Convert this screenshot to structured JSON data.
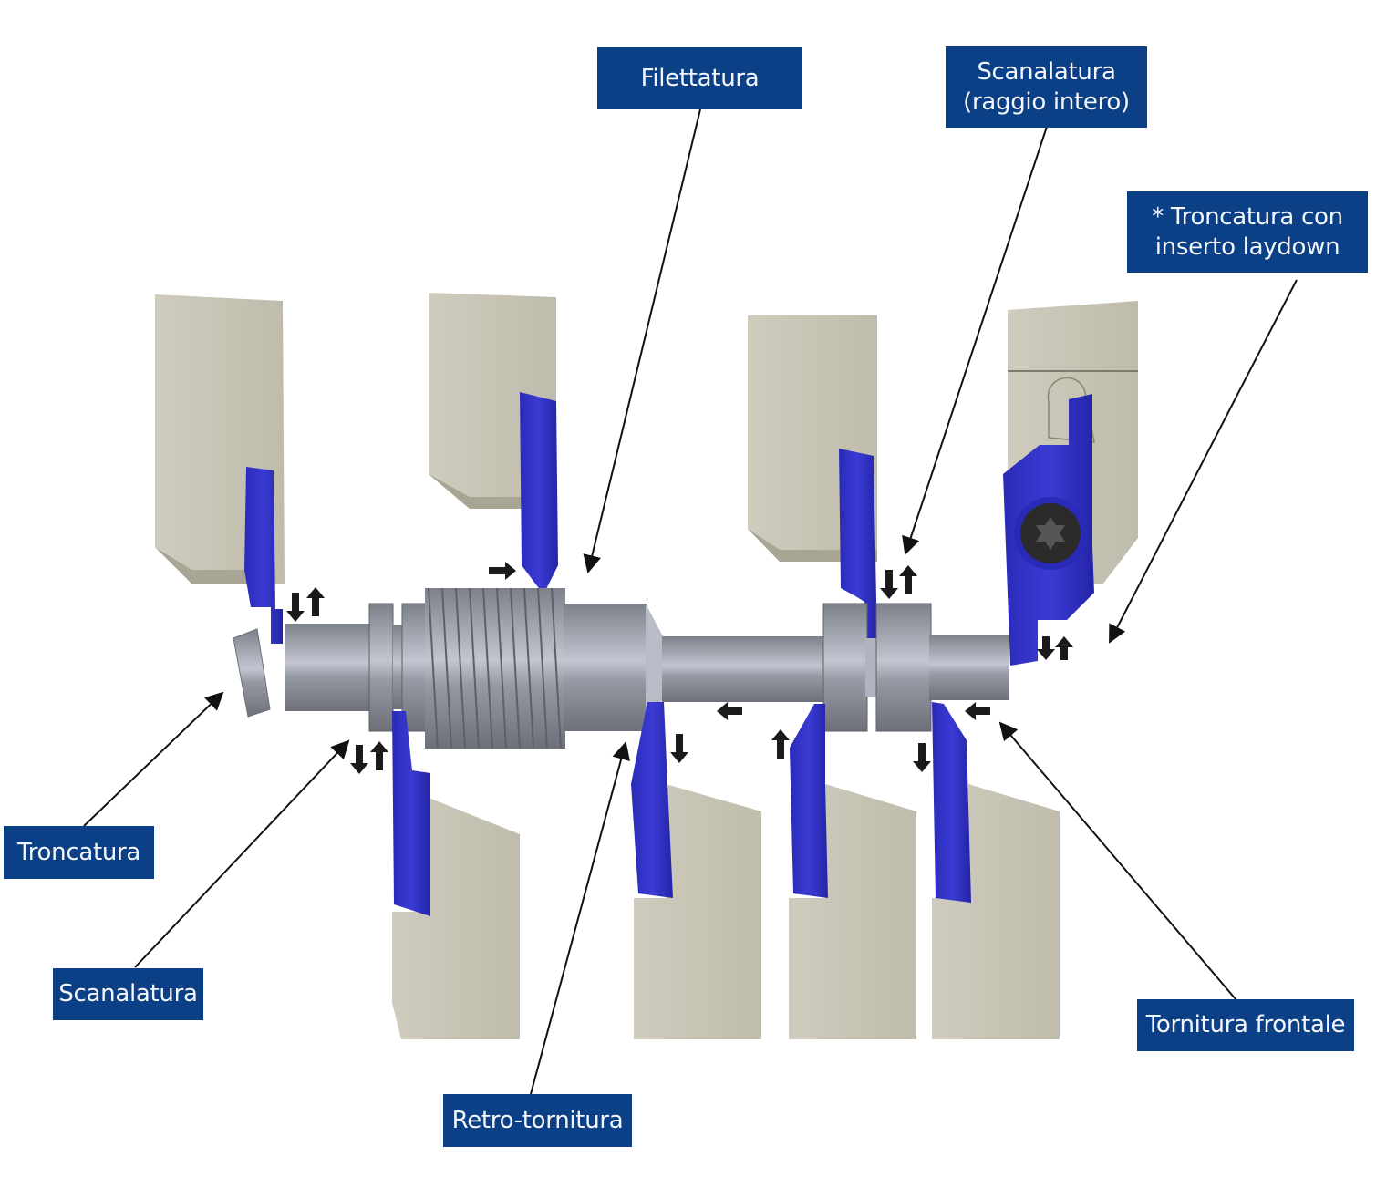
{
  "title": "Operazioni di troncatura e scanalatura",
  "colors": {
    "label_bg": "#0b3f86",
    "label_text": "#f4f6fa",
    "insert_blue": "#3333c8",
    "holder_beige": "#c9c6b6",
    "workpiece_gray": "#8f939c",
    "arrow_black": "#1a1a1a"
  },
  "labels": {
    "filettatura": "Filettatura",
    "scanalatura_raggio_intero": "Scanalatura\n(raggio intero)",
    "troncatura_laydown": "* Troncatura con\ninserto laydown",
    "troncatura": "Troncatura",
    "scanalatura": "Scanalatura",
    "retro_tornitura": "Retro-tornitura",
    "tornitura_frontale": "Tornitura frontale"
  },
  "operations": [
    {
      "name": "Troncatura",
      "feed": "down-up"
    },
    {
      "name": "Scanalatura",
      "feed": "down-up"
    },
    {
      "name": "Filettatura",
      "feed": "right"
    },
    {
      "name": "Retro-tornitura",
      "feed": "left"
    },
    {
      "name": "Scanalatura (raggio intero)",
      "feed": "down-up"
    },
    {
      "name": "Tornitura frontale",
      "feed": "left"
    },
    {
      "name": "* Troncatura con inserto laydown",
      "feed": "down-up"
    }
  ]
}
